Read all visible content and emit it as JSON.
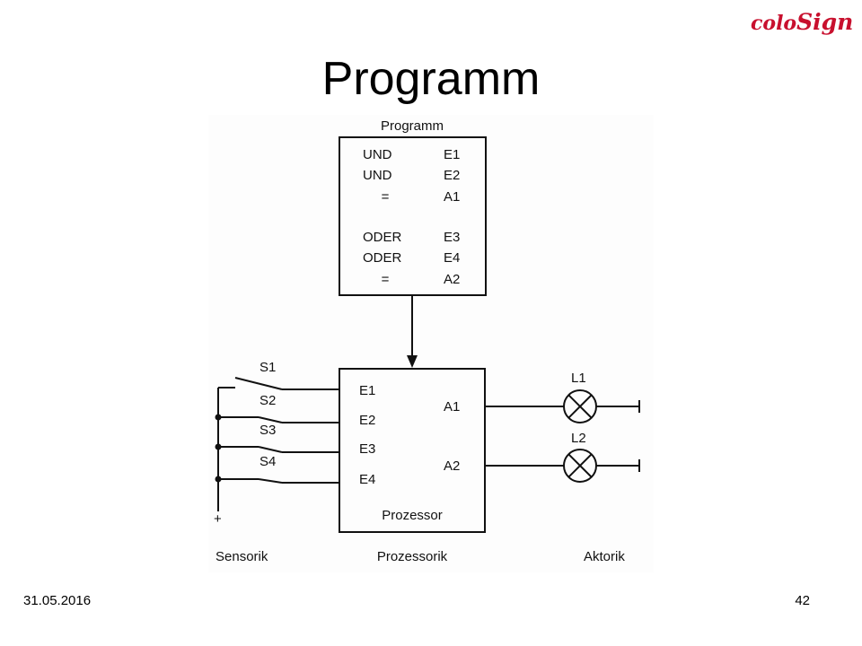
{
  "logo": {
    "text_a": "colo",
    "text_b": "Sign",
    "color": "#c8102e"
  },
  "slide": {
    "title": "Programm",
    "date": "31.05.2016",
    "page": "42"
  },
  "diagram": {
    "program_title": "Programm",
    "program_lines": [
      {
        "op": "UND",
        "operand": "E1"
      },
      {
        "op": "UND",
        "operand": "E2"
      },
      {
        "op": "=",
        "operand": "A1"
      },
      {
        "op": "ODER",
        "operand": "E3"
      },
      {
        "op": "ODER",
        "operand": "E4"
      },
      {
        "op": "=",
        "operand": "A2"
      }
    ],
    "switches": [
      "S1",
      "S2",
      "S3",
      "S4"
    ],
    "processor_inputs": [
      "E1",
      "E2",
      "E3",
      "E4"
    ],
    "processor_outputs": [
      "A1",
      "A2"
    ],
    "processor_label": "Prozessor",
    "lamps": [
      "L1",
      "L2"
    ],
    "plus_sign": "+",
    "sections": [
      "Sensorik",
      "Prozessorik",
      "Aktorik"
    ]
  }
}
